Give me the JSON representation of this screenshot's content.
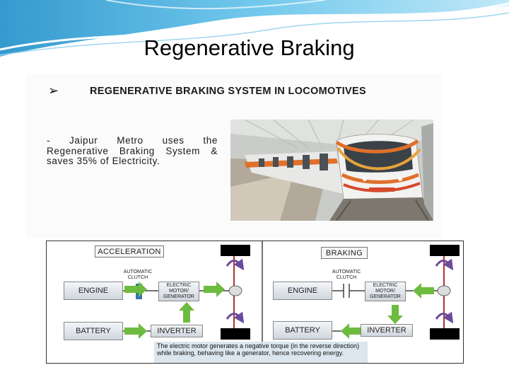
{
  "slide": {
    "title": "Regenerative Braking",
    "bullet_heading": "REGENERATIVE BRAKING SYSTEM IN LOCOMOTIVES",
    "body_text": "- Jaipur Metro uses the Regenerative Braking System & saves 35% of Electricity.",
    "bullet_icon": "arrow-bullet-icon"
  },
  "diagram": {
    "left": {
      "mode_label": "ACCELERATION",
      "clutch_label": "AUTOMATIC CLUTCH",
      "engine_label": "ENGINE",
      "motor_label": "ELECTRIC MOTOR/ GENERATOR",
      "battery_label": "BATTERY",
      "inverter_label": "INVERTER"
    },
    "right": {
      "mode_label": "BRAKING",
      "clutch_label": "AUTOMATIC CLUTCH",
      "engine_label": "ENGINE",
      "motor_label": "ELECTRIC MOTOR/ GENERATOR",
      "battery_label": "BATTERY",
      "inverter_label": "INVERTER"
    },
    "caption": "The electric motor generates a negative torque (in the reverse direction) while braking, behaving like a generator, hence recovering energy."
  },
  "colors": {
    "arrow_green": "#6dbb3f",
    "arrow_purple": "#6b4c9a",
    "axle_red": "#b03030",
    "wave_blue": "#2aa3d8",
    "train_orange": "#e0702a"
  }
}
